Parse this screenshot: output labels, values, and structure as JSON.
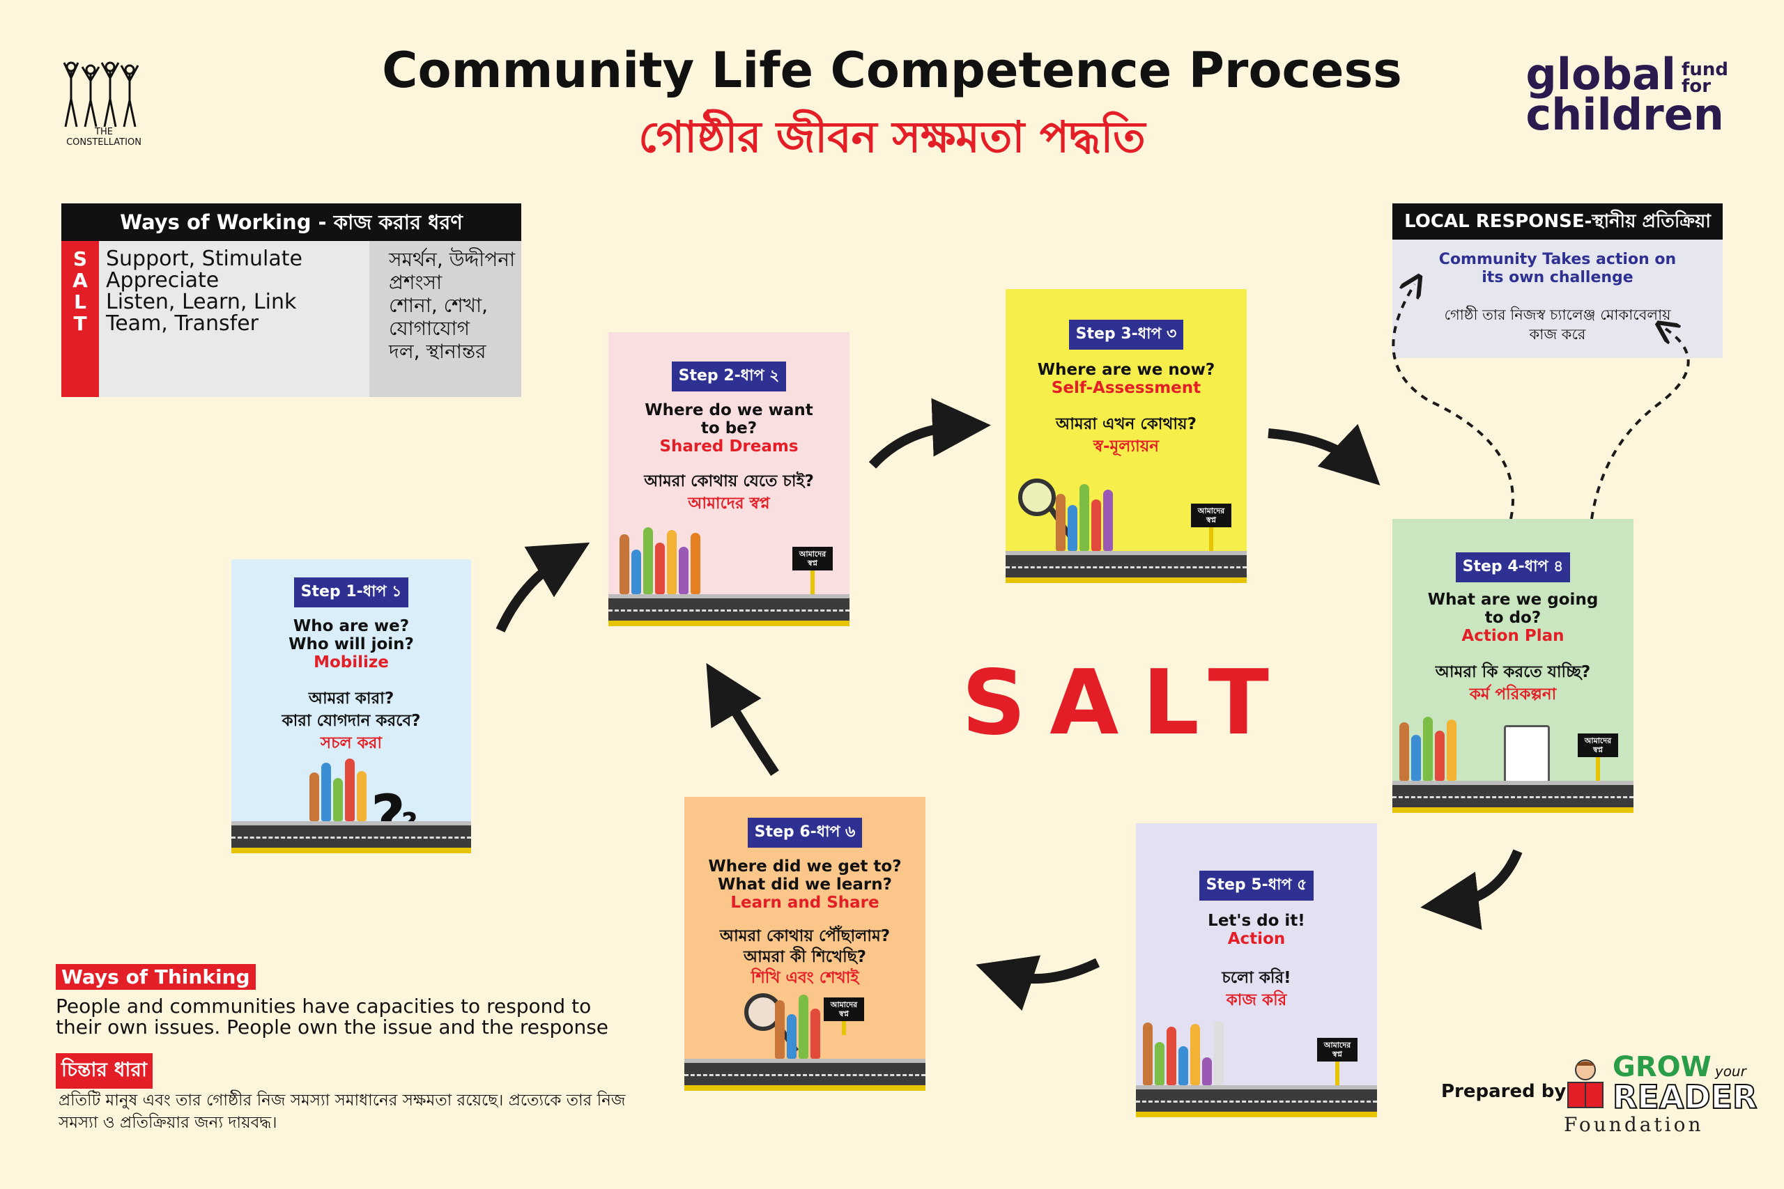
{
  "header": {
    "title": "Community Life Competence Process",
    "subtitle": "গোষ্ঠীর জীবন সক্ষমতা পদ্ধতি"
  },
  "logos": {
    "constellation": "THE CONSTELLATION",
    "gffc_line1": "global",
    "gffc_small1": "fund",
    "gffc_small2": "for",
    "gffc_line2": "children"
  },
  "ways_of_working": {
    "heading": "Ways of Working - কাজ করার ধরণ",
    "letters": [
      "S",
      "A",
      "L",
      "T"
    ],
    "english": [
      "Support, Stimulate",
      "Appreciate",
      "Listen, Learn, Link",
      "Team, Transfer"
    ],
    "bangla": [
      "সমর্থন, উদ্দীপনা",
      "প্রশংসা",
      "শোনা, শেখা, যোগাযোগ",
      "দল, স্থানান্তর"
    ]
  },
  "local_response": {
    "heading": "LOCAL RESPONSE-স্থানীয় প্রতিক্রিয়া",
    "english": "Community Takes action on its own challenge",
    "bangla": "গোষ্ঠী তার নিজস্ব চ্যালেঞ্জ মোকাবেলায় কাজ করে"
  },
  "steps": [
    {
      "badge": "Step 1-ধাপ ১",
      "q1": "Who are we?",
      "q2": "Who will join?",
      "concept": "Mobilize",
      "bq1": "আমরা কারা?",
      "bq2": "কারা যোগদান করবে?",
      "bconcept": "সচল করা"
    },
    {
      "badge": "Step 2-ধাপ ২",
      "q1": "Where do we want",
      "q2": "to be?",
      "concept": "Shared Dreams",
      "bq1": "আমরা কোথায় যেতে চাই?",
      "bq2": "",
      "bconcept": "আমাদের স্বপ্ন"
    },
    {
      "badge": "Step 3-ধাপ ৩",
      "q1": "Where are we now?",
      "q2": "",
      "concept": "Self-Assessment",
      "bq1": "আমরা এখন কোথায়?",
      "bq2": "",
      "bconcept": "স্ব-মূল্যায়ন"
    },
    {
      "badge": "Step 4-ধাপ ৪",
      "q1": "What are we going",
      "q2": "to do?",
      "concept": "Action Plan",
      "bq1": "আমরা কি করতে যাচ্ছি?",
      "bq2": "",
      "bconcept": "কর্ম পরিকল্পনা"
    },
    {
      "badge": "Step 5-ধাপ ৫",
      "q1": "Let's do it!",
      "q2": "",
      "concept": "Action",
      "bq1": "চলো করি!",
      "bq2": "",
      "bconcept": "কাজ করি"
    },
    {
      "badge": "Step 6-ধাপ ৬",
      "q1": "Where did we get to?",
      "q2": "What did we learn?",
      "concept": "Learn and Share",
      "bq1": "আমরা কোথায় পৌঁছালাম?",
      "bq2": "আমরা কী শিখেছি?",
      "bconcept": "শিখি এবং শেখাই"
    }
  ],
  "sign_text": "আমাদের স্বপ্ন",
  "center_label": "SALT",
  "ways_of_thinking": {
    "label": "Ways of Thinking",
    "text": "People and communities have capacities to respond to their own issues. People own the issue and the response",
    "bn_label": "চিন্তার ধারা",
    "bn_text": "প্রতিটি মানুষ এবং তার গোষ্ঠীর নিজ সমস্যা সমাধানের সক্ষমতা রয়েছে। প্রত্যেকে তার নিজ সমস্যা ও প্রতিক্রিয়ার জন্য দায়বদ্ধ।"
  },
  "footer": {
    "prepared_by": "Prepared by:",
    "org_grow": "GROW",
    "org_your": "your",
    "org_reader": "READER",
    "org_foundation": "Foundation"
  },
  "colors": {
    "background": "#fdf6dc",
    "accent_red": "#e41e26",
    "badge_blue": "#2e3192",
    "step1_bg": "#d9eef8",
    "step2_bg": "#fadfe0",
    "step3_bg": "#f6ee4b",
    "step4_bg": "#c9e6c0",
    "step5_bg": "#e2e0f1",
    "step6_bg": "#fbc68a"
  }
}
